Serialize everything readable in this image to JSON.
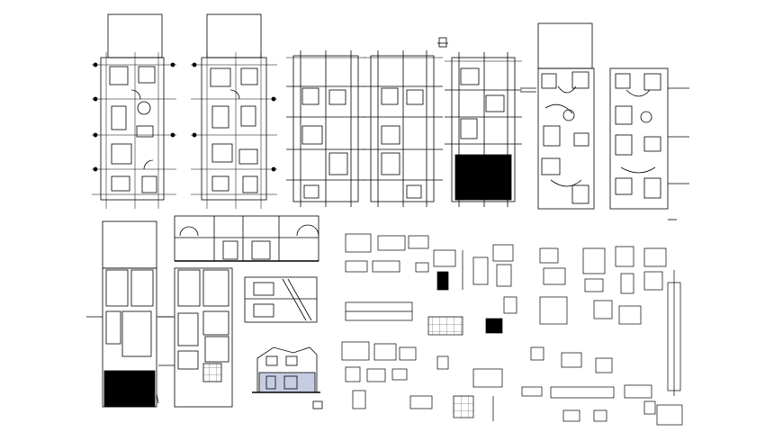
{
  "drawing": {
    "background": "#ffffff",
    "line_color": "#000000",
    "fill_color": "#000000",
    "elevation_tint": "#5b6fb0",
    "floor_plans": [
      {
        "name": "ground-floor-plan",
        "style": "furnished"
      },
      {
        "name": "first-floor-plan",
        "style": "furnished"
      },
      {
        "name": "structural-plan-1",
        "style": "structural"
      },
      {
        "name": "structural-plan-2",
        "style": "structural"
      },
      {
        "name": "structural-plan-3",
        "style": "structural-hatched"
      },
      {
        "name": "electrical-plan-1",
        "style": "electrical"
      },
      {
        "name": "electrical-plan-2",
        "style": "electrical"
      }
    ],
    "lower_plans": [
      {
        "name": "roof-plan-1",
        "style": "hatched"
      },
      {
        "name": "roof-plan-2",
        "style": "stair"
      }
    ],
    "views": [
      "front-section",
      "side-section",
      "front-elevation"
    ],
    "detail_groups": [
      "construction-details-left",
      "construction-details-center",
      "construction-details-right"
    ]
  }
}
